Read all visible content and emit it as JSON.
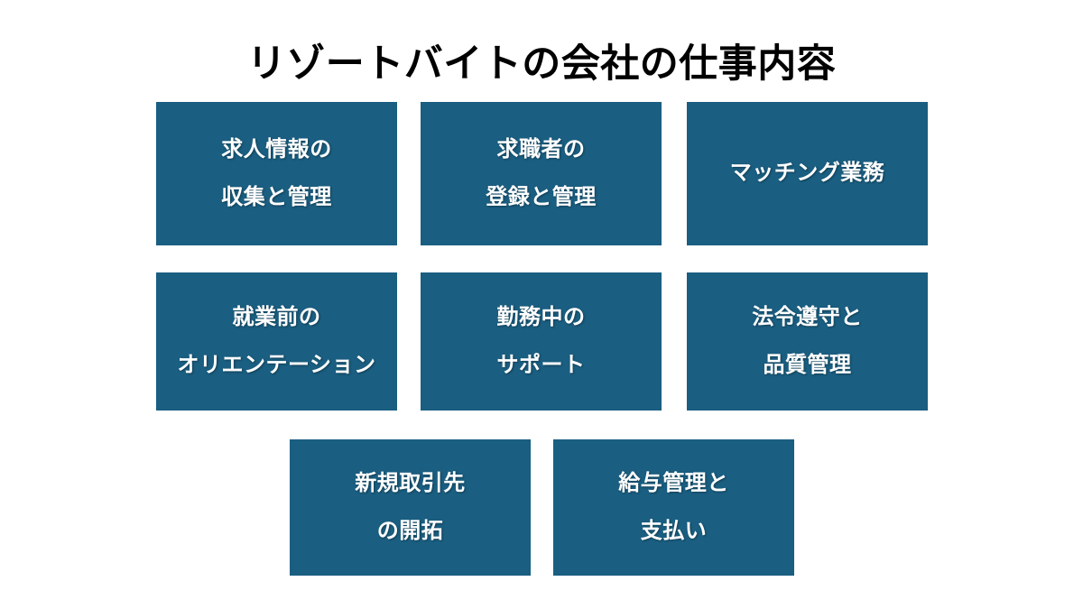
{
  "slide": {
    "title": "リゾートバイトの会社の仕事内容",
    "background_color": "#FFFFFF",
    "title_color": "#000000",
    "card_color": "#1A5E81",
    "card_text_color": "#FFFFFF"
  },
  "cards": [
    {
      "id": "card-1",
      "lines": [
        "求人情報の",
        "収集と管理"
      ],
      "row": 1,
      "col": 1
    },
    {
      "id": "card-2",
      "lines": [
        "求職者の",
        "登録と管理"
      ],
      "row": 1,
      "col": 2
    },
    {
      "id": "card-3",
      "lines": [
        "マッチング業務"
      ],
      "row": 1,
      "col": 3
    },
    {
      "id": "card-4",
      "lines": [
        "就業前の",
        "オリエンテーション"
      ],
      "row": 2,
      "col": 1
    },
    {
      "id": "card-5",
      "lines": [
        "勤務中の",
        "サポート"
      ],
      "row": 2,
      "col": 2
    },
    {
      "id": "card-6",
      "lines": [
        "法令遵守と",
        "品質管理"
      ],
      "row": 2,
      "col": 3
    },
    {
      "id": "card-7",
      "lines": [
        "新規取引先",
        "の開拓"
      ],
      "row": 3,
      "col": 1
    },
    {
      "id": "card-8",
      "lines": [
        "給与管理と",
        "支払い"
      ],
      "row": 3,
      "col": 2
    }
  ]
}
